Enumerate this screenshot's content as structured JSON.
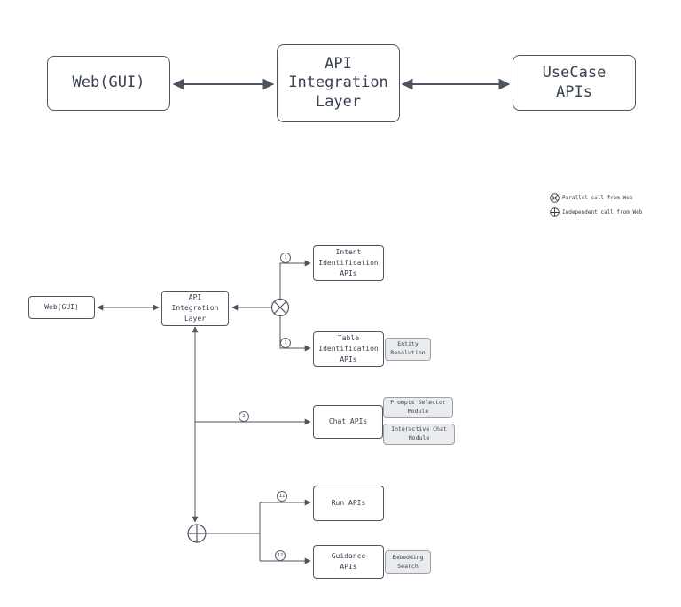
{
  "overview": {
    "web_gui": "Web(GUI)",
    "api_integration_layer": "API\nIntegration\nLayer",
    "usecase_apis": "UseCase\nAPIs"
  },
  "legend": {
    "parallel": "Parallel call from Web",
    "independent": "Independent call from Web",
    "icons": {
      "parallel": "circle-x",
      "independent": "circle-plus"
    }
  },
  "flow": {
    "web_gui": "Web(GUI)",
    "api_integration_layer": "API\nIntegration\nLayer",
    "intent_apis": "Intent\nIdentification\nAPIs",
    "table_apis": "Table\nIdentification\nAPIs",
    "entity_resolution": "Entity\nResolution",
    "chat_apis": "Chat APIs",
    "prompts_selector": "Prompts Selector\nModule",
    "interactive_chat": "Interactive Chat\nModule",
    "run_apis": "Run APIs",
    "guidance_apis": "Guidance\nAPIs",
    "embedding_search": "Embedding\nSearch",
    "edge_labels": {
      "intent": "1",
      "table": "1",
      "chat": "2",
      "run": "11",
      "guidance": "12"
    }
  },
  "colors": {
    "node_border": "#4e5562",
    "text": "#374151",
    "line": "#4e5562",
    "module_fill": "#e9ebee",
    "module_border": "#9ba1ab"
  }
}
